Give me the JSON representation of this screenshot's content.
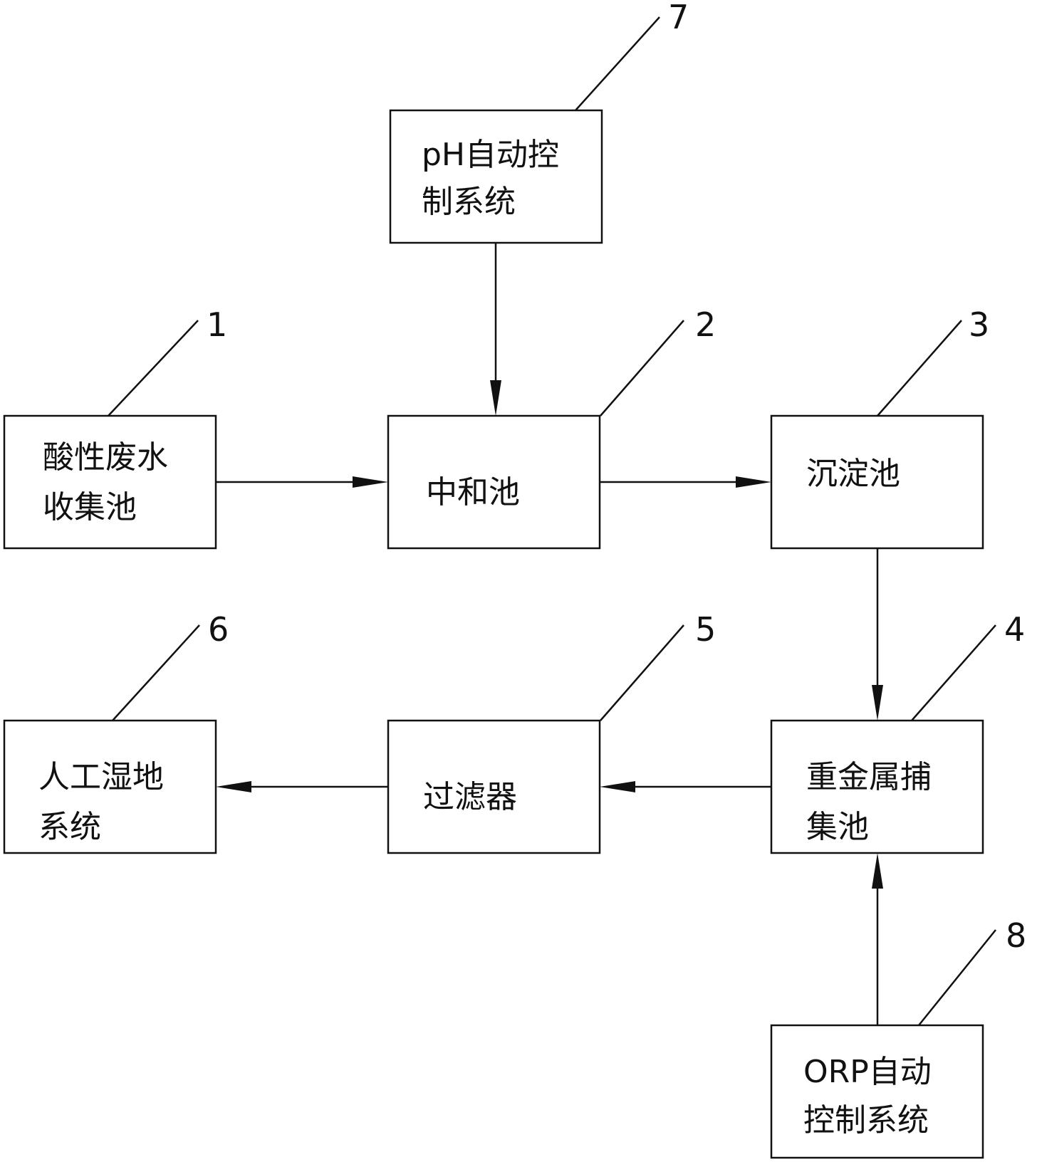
{
  "nodes": [
    {
      "id": "n7",
      "ref": "7",
      "lines": [
        "pH自动控",
        "制系统"
      ]
    },
    {
      "id": "n1",
      "ref": "1",
      "lines": [
        "酸性废水",
        "收集池"
      ]
    },
    {
      "id": "n2",
      "ref": "2",
      "lines": [
        "中和池"
      ]
    },
    {
      "id": "n3",
      "ref": "3",
      "lines": [
        "沉淀池"
      ]
    },
    {
      "id": "n6",
      "ref": "6",
      "lines": [
        "人工湿地",
        "系统"
      ]
    },
    {
      "id": "n5",
      "ref": "5",
      "lines": [
        "过滤器"
      ]
    },
    {
      "id": "n4",
      "ref": "4",
      "lines": [
        "重金属捕",
        "集池"
      ]
    },
    {
      "id": "n8",
      "ref": "8",
      "lines": [
        "ORP自动",
        "控制系统"
      ]
    }
  ],
  "edges": [
    {
      "from": "n7",
      "to": "n2"
    },
    {
      "from": "n1",
      "to": "n2"
    },
    {
      "from": "n2",
      "to": "n3"
    },
    {
      "from": "n3",
      "to": "n4"
    },
    {
      "from": "n4",
      "to": "n5"
    },
    {
      "from": "n5",
      "to": "n6"
    },
    {
      "from": "n8",
      "to": "n4"
    }
  ]
}
